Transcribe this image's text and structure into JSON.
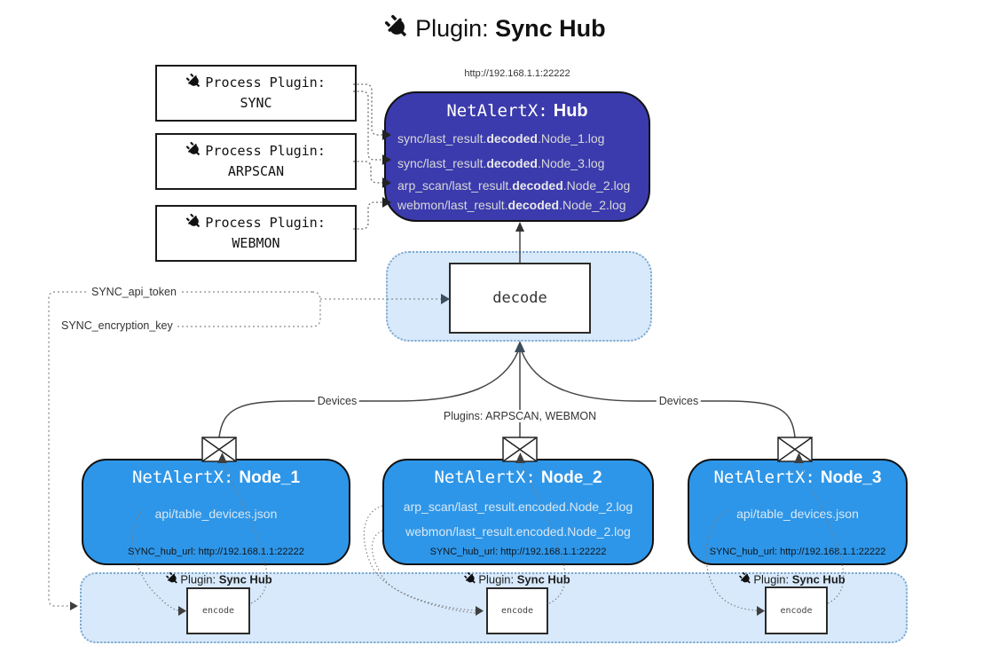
{
  "diagram": {
    "title": {
      "prefix": "Plugin: ",
      "highlight": "Sync Hub"
    },
    "process_plugins": [
      {
        "label": "Process Plugin:",
        "name": "SYNC"
      },
      {
        "label": "Process Plugin:",
        "name": "ARPSCAN"
      },
      {
        "label": "Process Plugin:",
        "name": "WEBMON"
      }
    ],
    "hub": {
      "url": "http://192.168.1.1:22222",
      "title_mono": "NetAlertX:",
      "title_bold": "Hub",
      "log_lines": [
        {
          "pre": "sync/last_result.",
          "bold": "decoded",
          "post": ".Node_1.log"
        },
        {
          "pre": "sync/last_result.",
          "bold": "decoded",
          "post": ".Node_3.log"
        },
        {
          "pre": "arp_scan/last_result.",
          "bold": "decoded",
          "post": ".Node_2.log"
        },
        {
          "pre": "webmon/last_result.",
          "bold": "decoded",
          "post": ".Node_2.log"
        }
      ]
    },
    "decode_label": "decode",
    "settings": {
      "api_token": "SYNC_api_token",
      "encryption_key": "SYNC_encryption_key"
    },
    "edge_labels": {
      "devices_left": "Devices",
      "plugins_mid": "Plugins: ARPSCAN, WEBMON",
      "devices_right": "Devices"
    },
    "nodes": [
      {
        "title_mono": "NetAlertX:",
        "title_bold": "Node_1",
        "lines": [
          "api/table_devices.json"
        ],
        "hub_url": "SYNC_hub_url: http://192.168.1.1:22222"
      },
      {
        "title_mono": "NetAlertX:",
        "title_bold": "Node_2",
        "lines": [
          "arp_scan/last_result.encoded.Node_2.log",
          "webmon/last_result.encoded.Node_2.log"
        ],
        "hub_url": "SYNC_hub_url: http://192.168.1.1:22222"
      },
      {
        "title_mono": "NetAlertX:",
        "title_bold": "Node_3",
        "lines": [
          "api/table_devices.json"
        ],
        "hub_url": "SYNC_hub_url: http://192.168.1.1:22222"
      }
    ],
    "encoders": [
      {
        "plugin_prefix": "Plugin: ",
        "plugin_bold": "Sync Hub",
        "box_label": "encode"
      },
      {
        "plugin_prefix": "Plugin: ",
        "plugin_bold": "Sync Hub",
        "box_label": "encode"
      },
      {
        "plugin_prefix": "Plugin: ",
        "plugin_bold": "Sync Hub",
        "box_label": "encode"
      }
    ],
    "colors": {
      "hub_fill": "#3B3BAD",
      "node_fill": "#2E96E8",
      "panel_fill": "#D7E9FB",
      "panel_border": "#7DA7CC",
      "log_text": "#D8D8D8",
      "outline": "#111111"
    }
  }
}
